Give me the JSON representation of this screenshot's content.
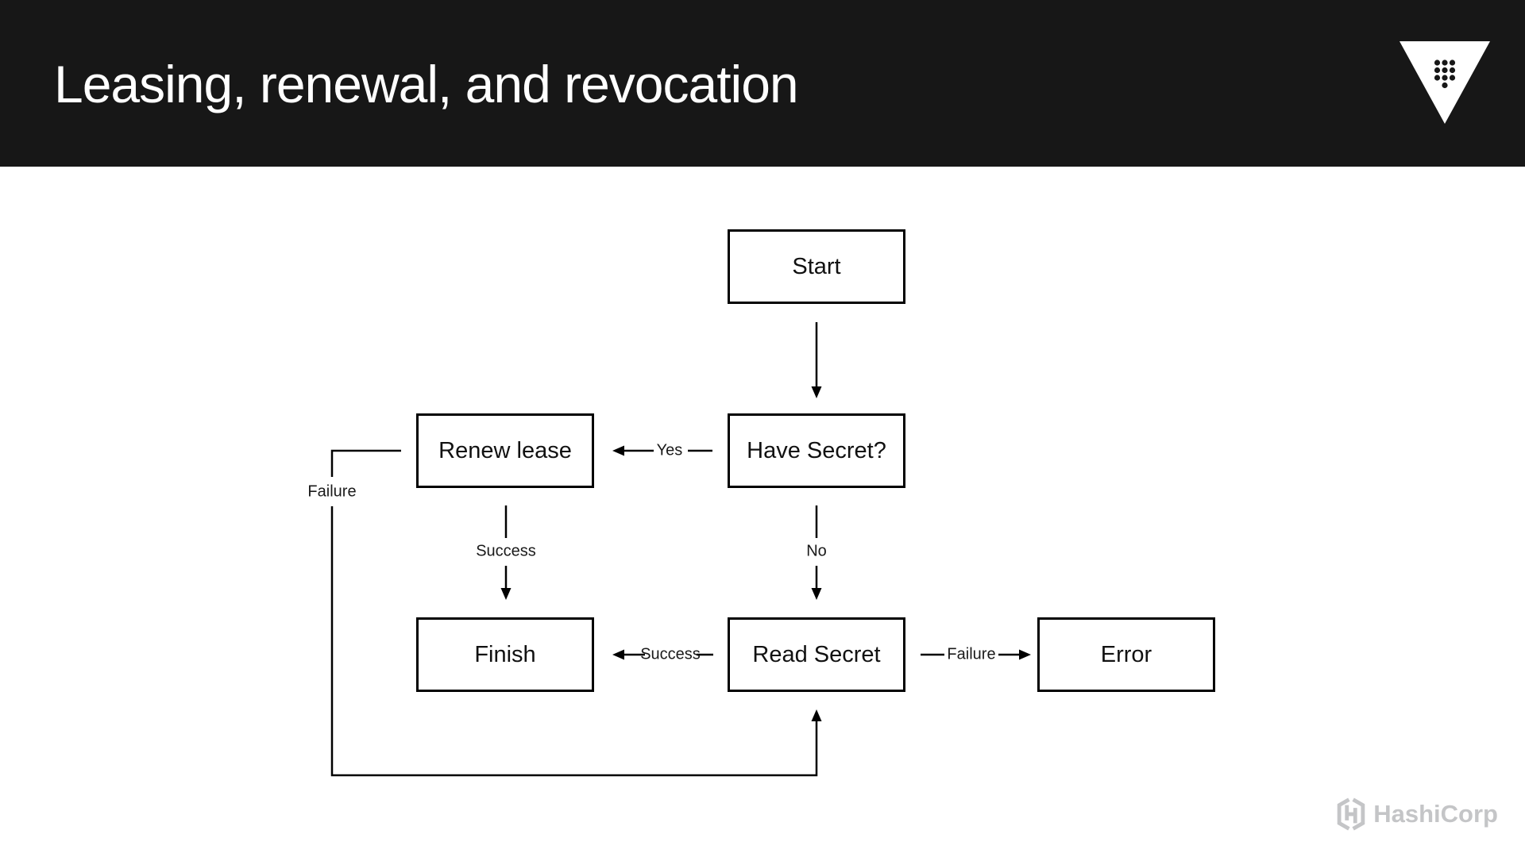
{
  "header": {
    "title": "Leasing, renewal, and revocation"
  },
  "diagram": {
    "type": "flowchart",
    "nodes": {
      "start": {
        "label": "Start"
      },
      "have_secret": {
        "label": "Have Secret?"
      },
      "renew_lease": {
        "label": "Renew lease"
      },
      "finish": {
        "label": "Finish"
      },
      "read_secret": {
        "label": "Read Secret"
      },
      "error": {
        "label": "Error"
      }
    },
    "edges": [
      {
        "from": "start",
        "to": "have_secret",
        "label": ""
      },
      {
        "from": "have_secret",
        "to": "renew_lease",
        "label": "Yes"
      },
      {
        "from": "have_secret",
        "to": "read_secret",
        "label": "No"
      },
      {
        "from": "renew_lease",
        "to": "finish",
        "label": "Success"
      },
      {
        "from": "read_secret",
        "to": "finish",
        "label": "Success"
      },
      {
        "from": "read_secret",
        "to": "error",
        "label": "Failure"
      },
      {
        "from": "renew_lease",
        "to": "read_secret",
        "label": "Failure"
      }
    ],
    "edge_labels": {
      "yes": "Yes",
      "no": "No",
      "success_renew": "Success",
      "success_read": "Success",
      "failure_read": "Failure",
      "failure_loop": "Failure"
    },
    "icons": {
      "header_logo": "vault-triangle-keypad-logo",
      "footer_logo": "hashicorp-hexagon-h-logo"
    }
  },
  "footer": {
    "brand": "HashiCorp"
  },
  "colors": {
    "header_bg": "#171717",
    "header_text": "#ffffff",
    "line": "#000000",
    "node_bg": "#ffffff",
    "node_border": "#000000",
    "brand_gray": "#c4c5c7"
  }
}
